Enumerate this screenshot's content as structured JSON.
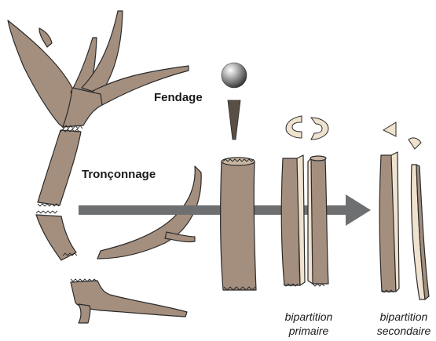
{
  "labels": {
    "fendage": "Fendage",
    "tronconnage": "Tronçonnage",
    "bipartition_primaire": [
      "bipartition",
      "primaire"
    ],
    "bipartition_secondaire": [
      "bipartition",
      "secondaire"
    ]
  },
  "colors": {
    "antler": "#a48f7f",
    "antler_edge": "#2a2a2a",
    "bone_light": "#efe2ce",
    "arrow": "#6e6f71",
    "wedge": "#5a4f45"
  }
}
